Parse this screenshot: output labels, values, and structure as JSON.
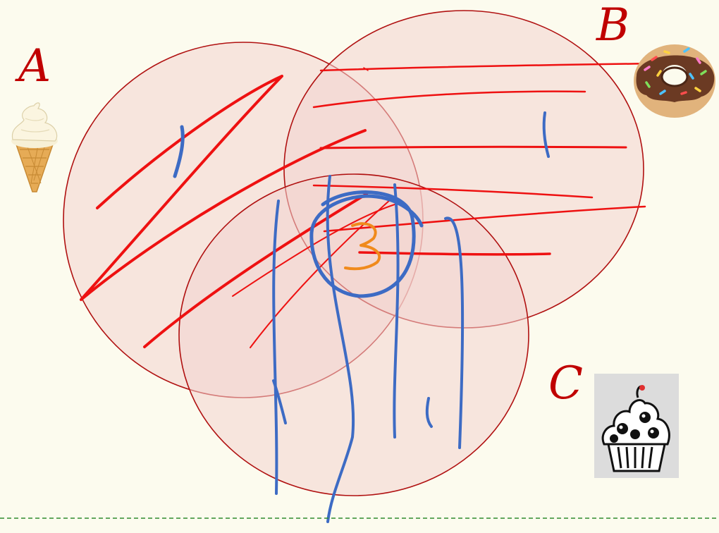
{
  "diagram": {
    "type": "venn-3",
    "sets": [
      {
        "id": "A",
        "label": "A",
        "icon": "ice-cream-cone"
      },
      {
        "id": "B",
        "label": "B",
        "icon": "sprinkled-donut"
      },
      {
        "id": "C",
        "label": "C",
        "icon": "cupcake"
      }
    ],
    "handwritten_counts": {
      "A_only": "1",
      "B_only": "1",
      "C_only": "1",
      "A_B_C": "3"
    }
  },
  "colors": {
    "background": "#fcfbee",
    "circle_fill": "#f3d3cf",
    "circle_stroke": "#b01010",
    "label": "#c00000",
    "red_ink": "#ee1111",
    "blue_ink": "#3d6bc4",
    "orange_ink": "#f08a1c",
    "divider": "#2e8b2e"
  }
}
